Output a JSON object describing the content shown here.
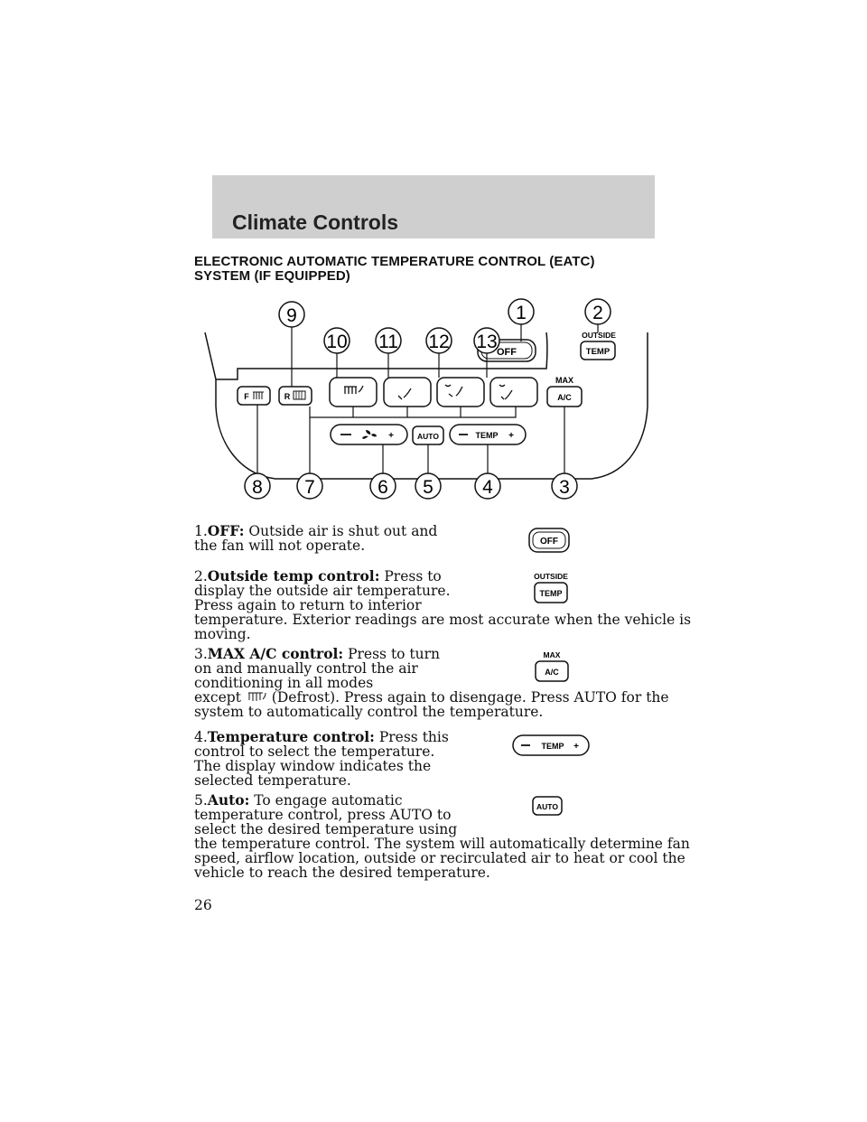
{
  "header": {
    "title": "Climate Controls"
  },
  "section": {
    "heading_line1": "ELECTRONIC AUTOMATIC TEMPERATURE CONTROL (EATC)",
    "heading_line2": "SYSTEM (IF EQUIPPED)"
  },
  "diagram": {
    "callouts": [
      "1",
      "2",
      "3",
      "4",
      "5",
      "6",
      "7",
      "8",
      "9",
      "10",
      "11",
      "12",
      "13"
    ],
    "buttons": {
      "off": "OFF",
      "outside": "OUTSIDE",
      "temp": "TEMP",
      "max": "MAX",
      "ac": "A/C",
      "auto": "AUTO",
      "front": "F",
      "rear": "R",
      "minus": "–",
      "plus": "+"
    }
  },
  "items": [
    {
      "number": "1.",
      "lead": "OFF:",
      "lines": [
        "Outside air is shut out and",
        "the fan will not operate."
      ]
    },
    {
      "number": "2.",
      "lead": "Outside temp control:",
      "lines": [
        "Press to",
        "display the outside air temperature.",
        "Press again to return to interior",
        "temperature. Exterior readings are most accurate when the vehicle is",
        "moving."
      ]
    },
    {
      "number": "3.",
      "lead": "MAX A/C control:",
      "lines": [
        "Press to turn",
        "on and manually control the air",
        "conditioning in all modes",
        "except",
        "(Defrost). Press again to disengage. Press AUTO for the",
        "system to automatically control the temperature."
      ]
    },
    {
      "number": "4.",
      "lead": "Temperature control:",
      "lines": [
        "Press this",
        "control to select the temperature.",
        "The display window indicates the",
        "selected temperature."
      ]
    },
    {
      "number": "5.",
      "lead": "Auto:",
      "lines": [
        "To engage automatic",
        "temperature control, press AUTO to",
        "select the desired temperature using",
        "the temperature control. The system will automatically determine fan",
        "speed, airflow location, outside or recirculated air to heat or cool the",
        "vehicle to reach the desired temperature."
      ]
    }
  ],
  "page": {
    "number": "26"
  }
}
